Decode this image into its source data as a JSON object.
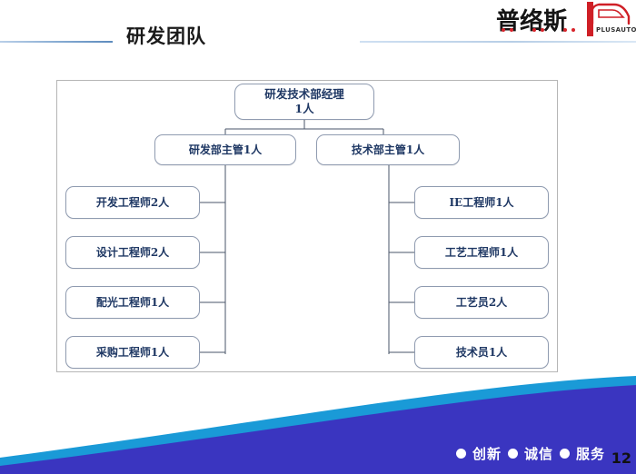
{
  "header": {
    "title": "研发团队"
  },
  "logo": {
    "brand_cn": "普络斯",
    "brand_en": "PLUSAUTO",
    "accent_color": "#cf1f26",
    "text_color": "#151515",
    "truck_icon": "truck-icon"
  },
  "org_chart": {
    "manager": "研发技术部经理\n1人",
    "supervisors": [
      {
        "label": "研发部主管1人"
      },
      {
        "label": "技术部主管1人"
      }
    ],
    "left_reports": [
      {
        "label": "开发工程师2人"
      },
      {
        "label": "设计工程师2人"
      },
      {
        "label": "配光工程师1人"
      },
      {
        "label": "采购工程师1人"
      }
    ],
    "right_reports": [
      {
        "label": "IE工程师1人"
      },
      {
        "label": "工艺工程师1人"
      },
      {
        "label": "工艺员2人"
      },
      {
        "label": "技术员1人"
      }
    ],
    "node_text_color": "#1f3864",
    "node_border_color": "#8f9bb0",
    "connector_color": "#4a5568"
  },
  "footer": {
    "values": [
      "创新",
      "诚信",
      "服务"
    ],
    "page_number": "12",
    "band_primary_color": "#3a35c0",
    "band_secondary_color": "#1a9ad7"
  }
}
